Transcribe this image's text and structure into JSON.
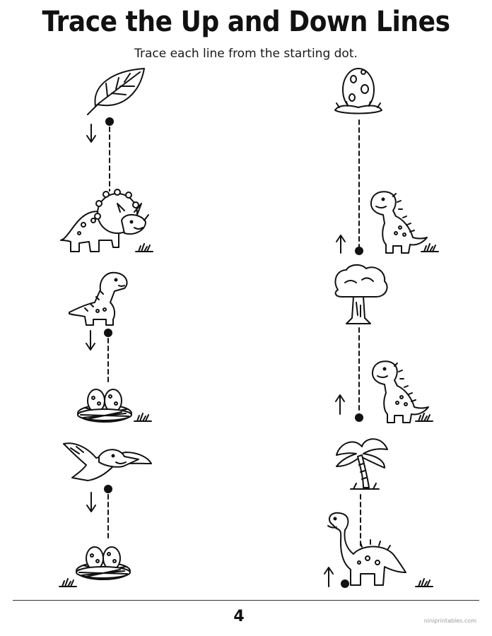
{
  "page": {
    "title": "Trace the Up and Down Lines",
    "subtitle": "Trace each line from the starting dot.",
    "page_number": "4",
    "credit": "niniprintables.com"
  },
  "colors": {
    "ink": "#111111",
    "paper": "#ffffff",
    "credit": "#9a9a9a"
  },
  "tracing_pairs": [
    {
      "column": "left",
      "row": 1,
      "direction": "down",
      "top_picture": "leaf-icon",
      "bottom_picture": "triceratops-icon"
    },
    {
      "column": "right",
      "row": 1,
      "direction": "up",
      "top_picture": "egg-icon",
      "bottom_picture": "baby-dinosaur-icon"
    },
    {
      "column": "left",
      "row": 2,
      "direction": "down",
      "top_picture": "long-neck-dinosaur-icon",
      "bottom_picture": "nest-icon"
    },
    {
      "column": "right",
      "row": 2,
      "direction": "up",
      "top_picture": "tree-icon",
      "bottom_picture": "baby-dinosaur-icon"
    },
    {
      "column": "left",
      "row": 3,
      "direction": "down",
      "top_picture": "pterodactyl-icon",
      "bottom_picture": "nest-icon"
    },
    {
      "column": "right",
      "row": 3,
      "direction": "up",
      "top_picture": "palm-tree-icon",
      "bottom_picture": "brontosaurus-icon"
    }
  ]
}
